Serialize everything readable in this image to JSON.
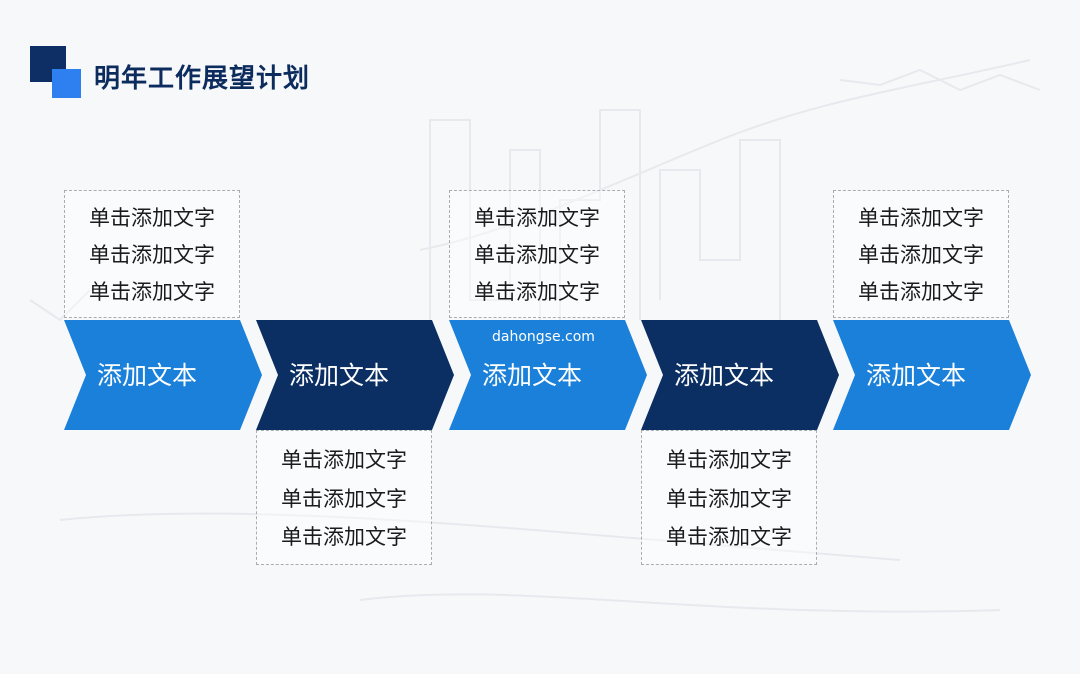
{
  "header": {
    "title": "明年工作展望计划"
  },
  "steps": [
    {
      "label": "添加文本",
      "color": "#1a80d9"
    },
    {
      "label": "添加文本",
      "color": "#0b2f63"
    },
    {
      "label": "添加文本",
      "color": "#1a80d9"
    },
    {
      "label": "添加文本",
      "color": "#0b2f63"
    },
    {
      "label": "添加文本",
      "color": "#1a80d9"
    }
  ],
  "notes": [
    {
      "step": 1,
      "position": "top",
      "lines": [
        "单击添加文字",
        "单击添加文字",
        "单击添加文字"
      ]
    },
    {
      "step": 2,
      "position": "bottom",
      "lines": [
        "单击添加文字",
        "单击添加文字",
        "单击添加文字"
      ]
    },
    {
      "step": 3,
      "position": "top",
      "lines": [
        "单击添加文字",
        "单击添加文字",
        "单击添加文字"
      ]
    },
    {
      "step": 4,
      "position": "bottom",
      "lines": [
        "单击添加文字",
        "单击添加文字",
        "单击添加文字"
      ]
    },
    {
      "step": 5,
      "position": "top",
      "lines": [
        "单击添加文字",
        "单击添加文字",
        "单击添加文字"
      ]
    }
  ],
  "watermark": "dahongse.com"
}
